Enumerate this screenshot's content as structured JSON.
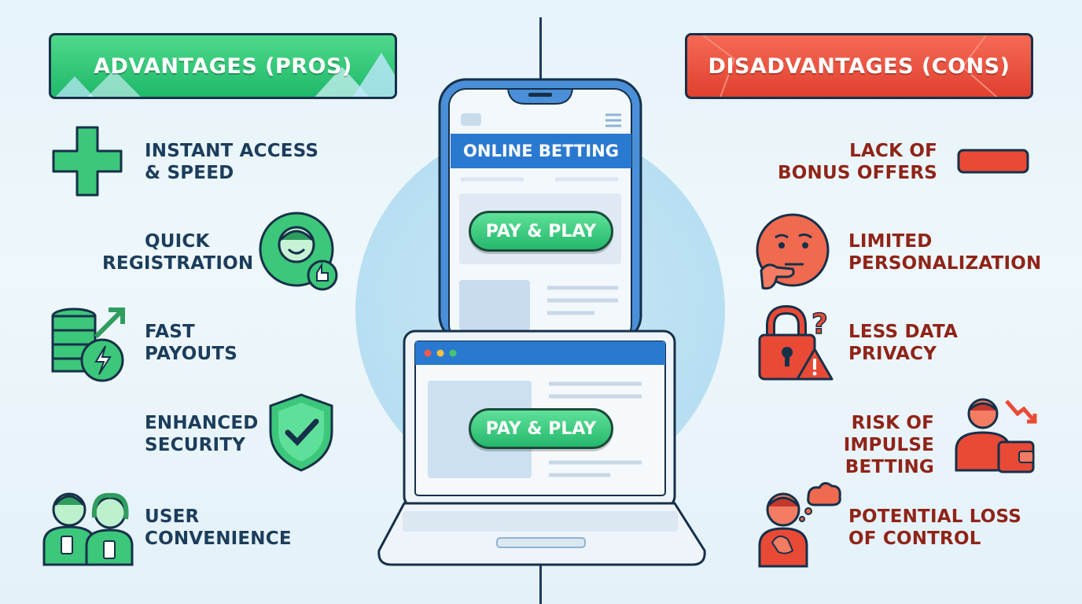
{
  "pros": {
    "title": "ADVANTAGES (PROS)",
    "items": [
      {
        "line1": "INSTANT ACCESS",
        "line2": "& SPEED",
        "icon": "plus-icon"
      },
      {
        "line1": "QUICK",
        "line2": "REGISTRATION",
        "icon": "smiling-user-thumbs-up-icon"
      },
      {
        "line1": "FAST",
        "line2": "PAYOUTS",
        "icon": "coin-stack-bolt-icon"
      },
      {
        "line1": "ENHANCED",
        "line2": "SECURITY",
        "icon": "shield-check-icon"
      },
      {
        "line1": "USER",
        "line2": "CONVENIENCE",
        "icon": "two-users-phones-icon"
      }
    ]
  },
  "cons": {
    "title": "DISADVANTAGES (CONS)",
    "items": [
      {
        "line1": "LACK OF",
        "line2": "BONUS OFFERS",
        "icon": "minus-icon"
      },
      {
        "line1": "LIMITED",
        "line2": "PERSONALIZATION",
        "icon": "thinking-face-icon"
      },
      {
        "line1": "LESS DATA",
        "line2": "PRIVACY",
        "icon": "padlock-warning-icon"
      },
      {
        "line1": "RISK OF IMPULSE",
        "line2": "BETTING",
        "icon": "user-falling-wallet-icon"
      },
      {
        "line1": "POTENTIAL LOSS",
        "line2": "OF CONTROL",
        "icon": "worried-user-cloud-icon"
      }
    ]
  },
  "center": {
    "phone_header": "ONLINE BETTING",
    "phone_button": "PAY & PLAY",
    "laptop_button": "PAY & PLAY"
  },
  "colors": {
    "pros_green": "#1fb86a",
    "cons_red": "#e0402f",
    "outline": "#16304a",
    "screen_blue": "#2a79d0"
  }
}
